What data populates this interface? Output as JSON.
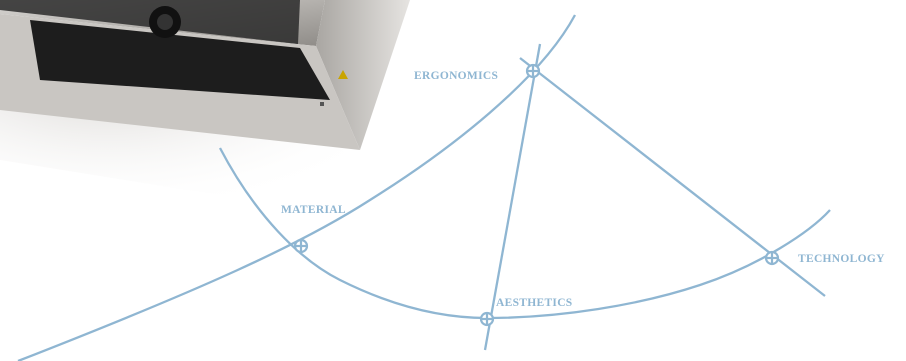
{
  "colors": {
    "line": "#8fb6d2",
    "label": "#8fb6d2",
    "device_dark": "#1c1c1c",
    "device_metal": "#b9b6b2",
    "shadow": "#d9d6d2"
  },
  "labels": {
    "ergonomics": "ERGONOMICS",
    "material": "MATERIAL",
    "technology": "TECHNOLOGY",
    "aesthetics": "AESTHETICS"
  },
  "icons": {
    "node": "crosshair-circle-icon"
  }
}
